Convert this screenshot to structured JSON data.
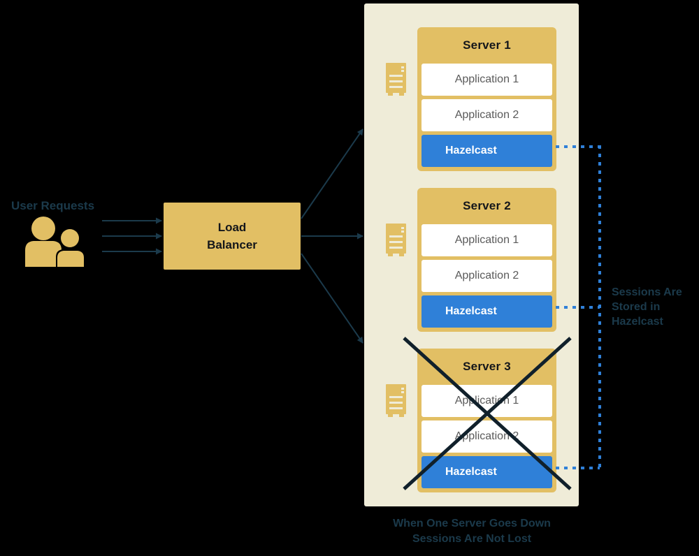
{
  "diagram": {
    "title_caption": "When One Server Goes Down\nSessions Are Not Lost",
    "caption_line1": "When One Server Goes Down",
    "caption_line2": "Sessions Are Not Lost",
    "user_requests_label": "User Requests",
    "sessions_note": "Sessions Are Stored in Hazelcast",
    "load_balancer": {
      "line1": "Load",
      "line2": "Balancer"
    },
    "servers": [
      {
        "title": "Server 1",
        "apps": [
          "Application 1",
          "Application 2"
        ],
        "cache": "Hazelcast",
        "down": false
      },
      {
        "title": "Server 2",
        "apps": [
          "Application 1",
          "Application 2"
        ],
        "cache": "Hazelcast",
        "down": false
      },
      {
        "title": "Server 3",
        "apps": [
          "Application 1",
          "Application 2"
        ],
        "cache": "Hazelcast",
        "down": true
      }
    ],
    "colors": {
      "background": "#000000",
      "panel": "#efecd8",
      "gold": "#e2bf64",
      "hazelcast_blue": "#2f80d8",
      "dotted_blue": "#2f80d8",
      "arrow_teal": "#1b3a4b",
      "text_dark": "#14161a",
      "text_gray": "#5a5a5a",
      "label_teal": "#1b3a4b",
      "card_white": "#ffffff",
      "x_mark": "#10202b"
    },
    "icons": {
      "users": "users-icon",
      "rack": "server-rack-icon"
    }
  }
}
